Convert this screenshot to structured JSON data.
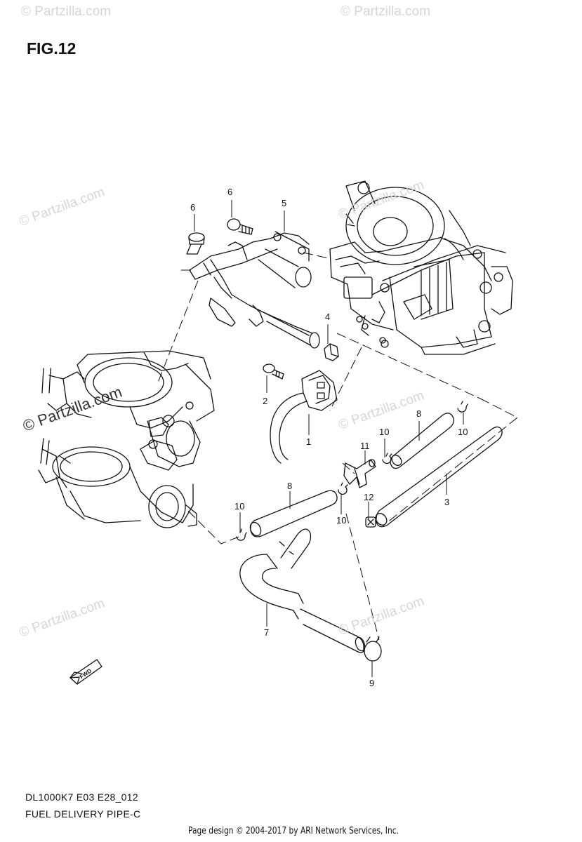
{
  "figure": {
    "title": "FIG.12",
    "model_code": "DL1000K7 E03 E28_012",
    "section_name": "FUEL DELIVERY PIPE-C"
  },
  "credit": "Page design © 2004-2017 by ARI Network Services, Inc.",
  "watermark": "© Partzilla.com",
  "fwd_label": "FWD",
  "callouts": [
    {
      "id": "c6a",
      "label": "6"
    },
    {
      "id": "c6b",
      "label": "6"
    },
    {
      "id": "c5",
      "label": "5"
    },
    {
      "id": "c4",
      "label": "4"
    },
    {
      "id": "c2",
      "label": "2"
    },
    {
      "id": "c1",
      "label": "1"
    },
    {
      "id": "c8a",
      "label": "8"
    },
    {
      "id": "c10a",
      "label": "10"
    },
    {
      "id": "c10b",
      "label": "10"
    },
    {
      "id": "c11",
      "label": "11"
    },
    {
      "id": "c3",
      "label": "3"
    },
    {
      "id": "c8b",
      "label": "8"
    },
    {
      "id": "c10c",
      "label": "10"
    },
    {
      "id": "c10d",
      "label": "10"
    },
    {
      "id": "c12",
      "label": "12"
    },
    {
      "id": "c7",
      "label": "7"
    },
    {
      "id": "c9",
      "label": "9"
    }
  ],
  "colors": {
    "line": "#111111",
    "watermark": "#d6d6d6"
  }
}
